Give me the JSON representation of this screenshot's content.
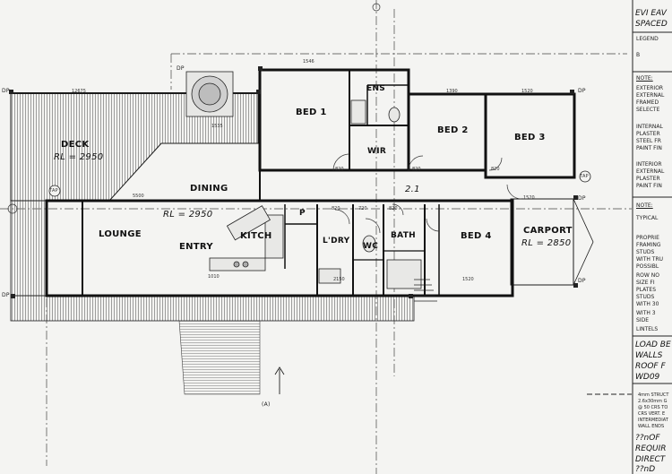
{
  "rooms": {
    "deck": "DECK",
    "deck_rl": "RL = 2950",
    "bed1": "BED 1",
    "ens": "ENS",
    "wir": "WIR",
    "bed2": "BED 2",
    "bed3": "BED 3",
    "dining": "DINING",
    "dining_rl": "RL = 2950",
    "lounge": "LOUNGE",
    "entry": "ENTRY",
    "kitch": "KITCH",
    "p": "P",
    "ldry": "L'DRY",
    "wc": "WC",
    "bath": "BATH",
    "bed4": "BED 4",
    "carport": "CARPORT",
    "carport_rl": "RL = 2850"
  },
  "markers": {
    "dp": "DP",
    "tap": "TAP",
    "section_a": "(A)",
    "grid_2_1": "2.1"
  },
  "dims": {
    "top_1": "1546",
    "top_2": "1535",
    "deck_width": "12675",
    "bed2_width": "1390",
    "bed3_width": "1520",
    "dining_width": "5500",
    "carport_width": "1520",
    "bed1_door": "820",
    "bed2_door": "820",
    "bed3_door": "820",
    "ldry_door": "820",
    "bath_door": "820",
    "wc_door": "720",
    "bottom_1": "2150",
    "bottom_2": "1010",
    "bottom_3": "1520"
  },
  "notes_panel": {
    "title_1": "EVI EAV",
    "title_2": "SPACED",
    "legend_title": "LEGEND",
    "legend_b": "B",
    "note_title": "NOTE:",
    "note_1": "EXTERIOR",
    "note_2": "EXTERNAL",
    "note_3": "FRAMED",
    "note_4": "SELECTE",
    "note_5": "INTERNAL",
    "note_6": "PLASTER",
    "note_7": "STEEL FR",
    "note_8": "PAINT FIN",
    "note_9": "INTERIOR",
    "note_10": "EXTERNAL",
    "note_11": "PLASTER",
    "note_12": "PAINT FIN",
    "note2_title": "NOTE:",
    "typical": "TYPICAL",
    "prop_1": "PROPRIE",
    "prop_2": "FRAMING",
    "prop_3": "STUDS",
    "prop_4": "WITH TRU",
    "prop_5": "POSSIBL",
    "prop_6": "ROW NO",
    "prop_7": "SIZE FI",
    "prop_8": "PLATES",
    "prop_9": "STUDS",
    "prop_10": "WITH 30",
    "prop_11": "WITH 3",
    "prop_12": "SIDE",
    "prop_13": "LINTELS",
    "load_1": "LOAD BE",
    "load_2": "WALLS",
    "load_3": "ROOF F",
    "load_4": "WD09",
    "struct_1": "4mm STRUCT",
    "struct_2": "2.6x30mm G",
    "struct_3": "@ 50 CRS TO",
    "struct_4": "CRS VERT. E",
    "struct_5": "INTERMEDIAT",
    "struct_6": "WALL ENDS",
    "req_1": "??nOF",
    "req_2": "REQUIR",
    "req_3": "DIRECT",
    "req_4": "??nD"
  },
  "colors": {
    "paper": "#f4f4f2",
    "line": "#1a1a1a",
    "hatch": "#555555"
  }
}
